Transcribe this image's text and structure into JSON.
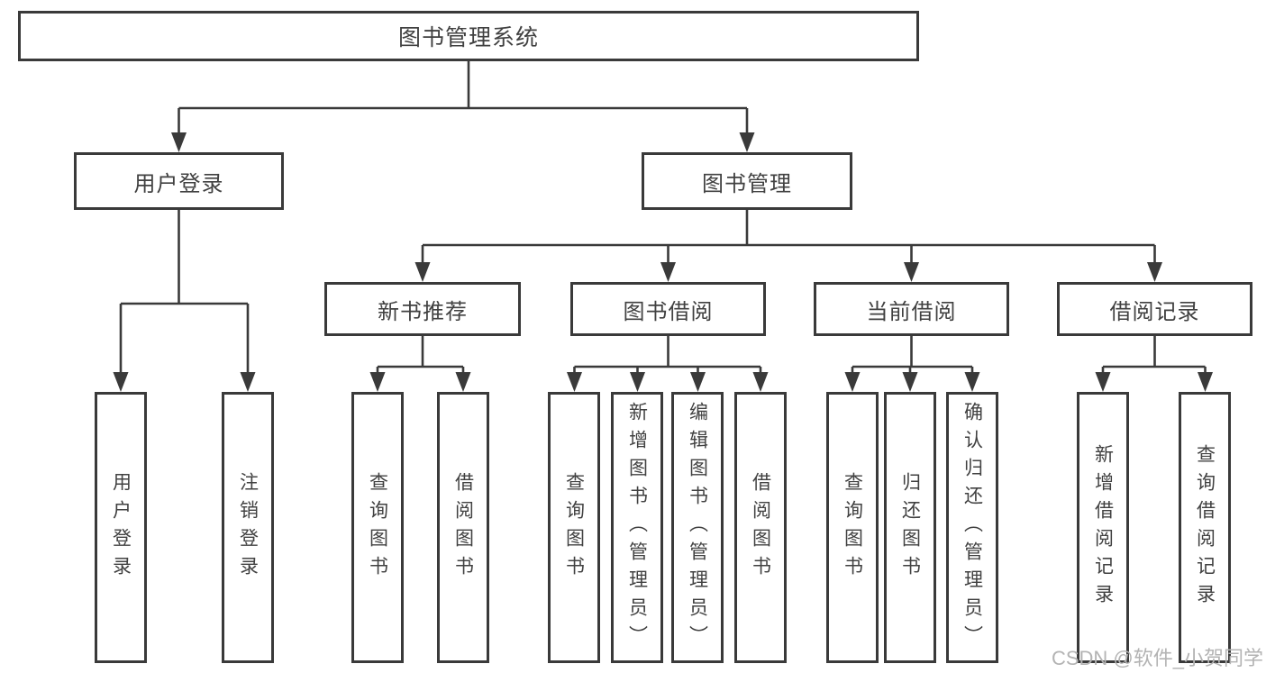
{
  "nodes": {
    "root": "图书管理系统",
    "user_login": "用户登录",
    "book_mgmt": "图书管理",
    "new_book_rec": "新书推荐",
    "book_borrow": "图书借阅",
    "current_borrow": "当前借阅",
    "borrow_records": "借阅记录",
    "leaf_user_login": "用户登录",
    "leaf_logout": "注销登录",
    "rec_query_book": "查询图书",
    "rec_borrow_book": "借阅图书",
    "bor_query_book": "查询图书",
    "bor_add_book": "新增图书（管理员）",
    "bor_edit_book": "编辑图书（管理员）",
    "bor_borrow_book": "借阅图书",
    "cur_query_book": "查询图书",
    "cur_return_book": "归还图书",
    "cur_confirm_return": "确认归还（管理员）",
    "records_add": "新增借阅记录",
    "records_query": "查询借阅记录"
  },
  "watermark": {
    "text": "CSDN @软件_小贺同学",
    "color": "#b3b3b3"
  },
  "style": {
    "line_color": "#3a3a3a",
    "text_color": "#414141",
    "background": "#ffffff"
  }
}
